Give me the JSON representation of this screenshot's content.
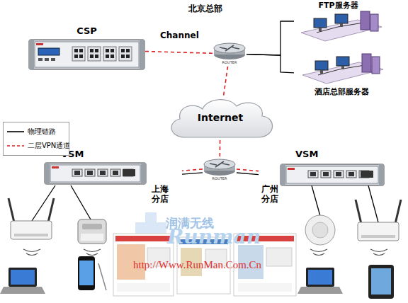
{
  "diagram": {
    "nodes": [
      {
        "text": [
          "CSP"
        ]
      },
      {
        "text": [
          "ROUTER"
        ]
      },
      {
        "text": [
          "FTP服务器"
        ]
      },
      {
        "text": [
          "酒店总部服务器"
        ]
      },
      {
        "text": [
          "Internet"
        ]
      },
      {
        "text": [
          "ROUTER"
        ]
      },
      {
        "text": [
          "VSM",
          "上海分店"
        ]
      },
      {
        "text": [
          "VSM",
          "广州分店"
        ]
      }
    ],
    "edges": [
      {
        "from": 0,
        "to": 1,
        "arrow": "none",
        "label": "Channel"
      },
      {
        "from": 1,
        "to": 2,
        "arrow": "none"
      },
      {
        "from": 1,
        "to": 3,
        "arrow": "none"
      },
      {
        "from": 1,
        "to": 4,
        "arrow": "none"
      },
      {
        "from": 4,
        "to": 5,
        "arrow": "none"
      },
      {
        "from": 5,
        "to": 6,
        "arrow": "none"
      },
      {
        "from": 5,
        "to": 6,
        "arrow": "none"
      },
      {
        "from": 5,
        "to": 7,
        "arrow": "none"
      },
      {
        "from": 5,
        "to": 7,
        "arrow": "none"
      }
    ],
    "labels": [
      "北京总部",
      "润满无线",
      "Runman",
      "http://Www.RunMan.Com.Cn"
    ],
    "legend": [
      {
        "text": "物理链路"
      },
      {
        "text": "二层VPN通道"
      }
    ]
  }
}
